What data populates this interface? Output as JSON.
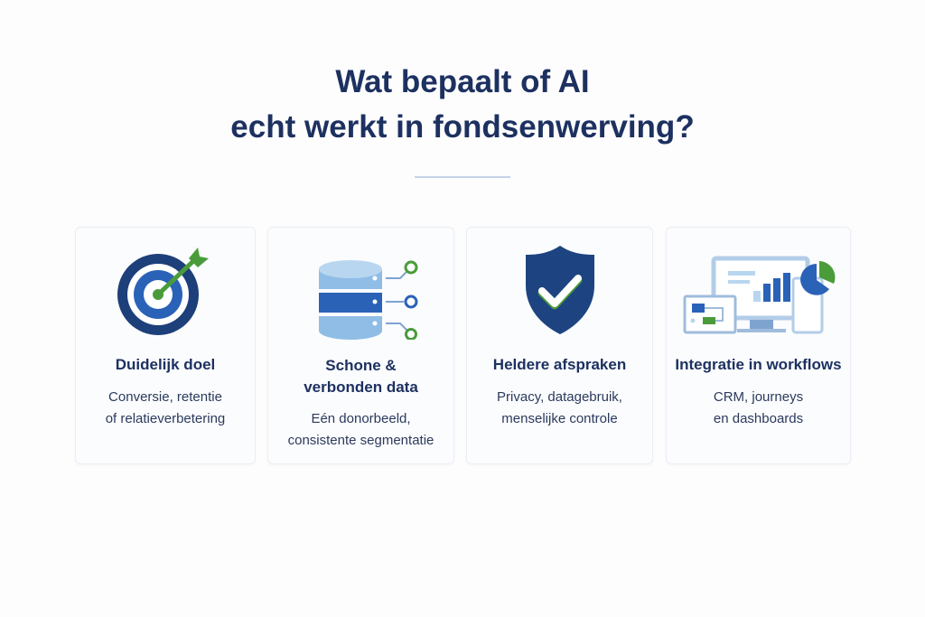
{
  "header": {
    "title_line1": "Wat bepaalt of AI",
    "title_line2": "echt werkt in fondsenwerving?"
  },
  "cards": [
    {
      "icon": "target-icon",
      "title": "Duidelijk doel",
      "desc_line1": "Conversie, retentie",
      "desc_line2": "of relatieverbetering"
    },
    {
      "icon": "database-icon",
      "title_line1": "Schone &",
      "title_line2": "verbonden data",
      "desc_line1": "Eén donorbeeld,",
      "desc_line2": "consistente segmentatie"
    },
    {
      "icon": "shield-check-icon",
      "title": "Heldere afspraken",
      "desc_line1": "Privacy, datagebruik,",
      "desc_line2": "menselijke controle"
    },
    {
      "icon": "dashboard-icon",
      "title": "Integratie in workflows",
      "desc_line1": "CRM, journeys",
      "desc_line2": "en dashboards"
    }
  ],
  "colors": {
    "navy": "#1d3f7a",
    "blue": "#2a62b8",
    "light_blue": "#8fbde6",
    "green": "#4a9c3a"
  }
}
